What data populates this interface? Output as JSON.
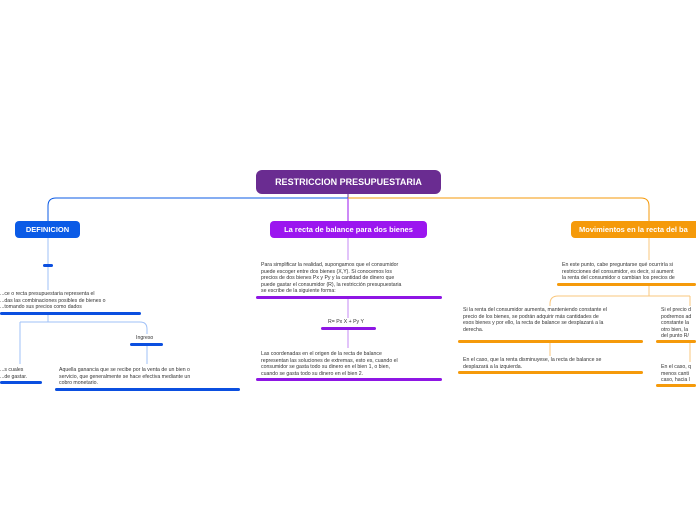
{
  "root": {
    "label": "RESTRICCION PRESUPUESTARIA"
  },
  "branches": {
    "definicion": {
      "label": "DEFINICION",
      "text_main": "...ce o recta presupuestaria representa el\n...das las combinaciones posibles de bienes o\n...tomando sus precios como dados",
      "ingreso_label": "Ingreso",
      "text_left": "...s cuales\n...de gastar.",
      "text_ingreso": "Aquella ganancia que se recibe por la venta de un bien o\nservicio, que generalmente se hace efectiva mediante un\ncobro monetario."
    },
    "recta": {
      "label": "La recta de balance para dos bienes",
      "text_intro": "Para simplificar la realidad, supongamos que el consumidor\npuede escoger entre dos bienes (X,Y). Si conocemos los\nprecios de dos bienes Px y Py y la cantidad de dinero que\npuede gastar el consumidor (R), la restricción presupuestaria\nse escribe de la siguiente forma:",
      "formula": "R= Px X + Py Y",
      "text_coords": "Las coordenadas en el origen de la recta de balance\nrepresentan las soluciones de extremas, esto es, cuando el\nconsumidor se gasta todo su dinero en el bien 1, o bien,\ncuando se gasta todo su dinero en el bien 2."
    },
    "movimientos": {
      "label": "Movimientos en la recta del ba",
      "text_intro": "En este punto, cabe preguntarse qué ocurriría si\nrestricciones del consumidor, es decir, si aument\nla renta del consumidor o cambian los precios de",
      "text_renta_up": "Si la renta del consumidor aumenta, manteniendo constante el\nprecio de los bienes, se podrán adquirir más cantidades de\nesos bienes y por ello, la recta de balance se desplazará a la\nderecha.",
      "text_renta_down": "En el caso, que la renta disminuyese, la recta de balance se\ndesplazará a la izquierda.",
      "text_precio": "Si el precio d\npodremos ad\nconstante la\notro bien, la\ndel punto R/",
      "text_caso": "En el caso, q\nmenos canti\ncaso, hacia l"
    }
  },
  "colors": {
    "root": "#6a2c91",
    "definicion": "#0b5be6",
    "recta": "#9b16ef",
    "movimientos": "#f59a0a"
  }
}
